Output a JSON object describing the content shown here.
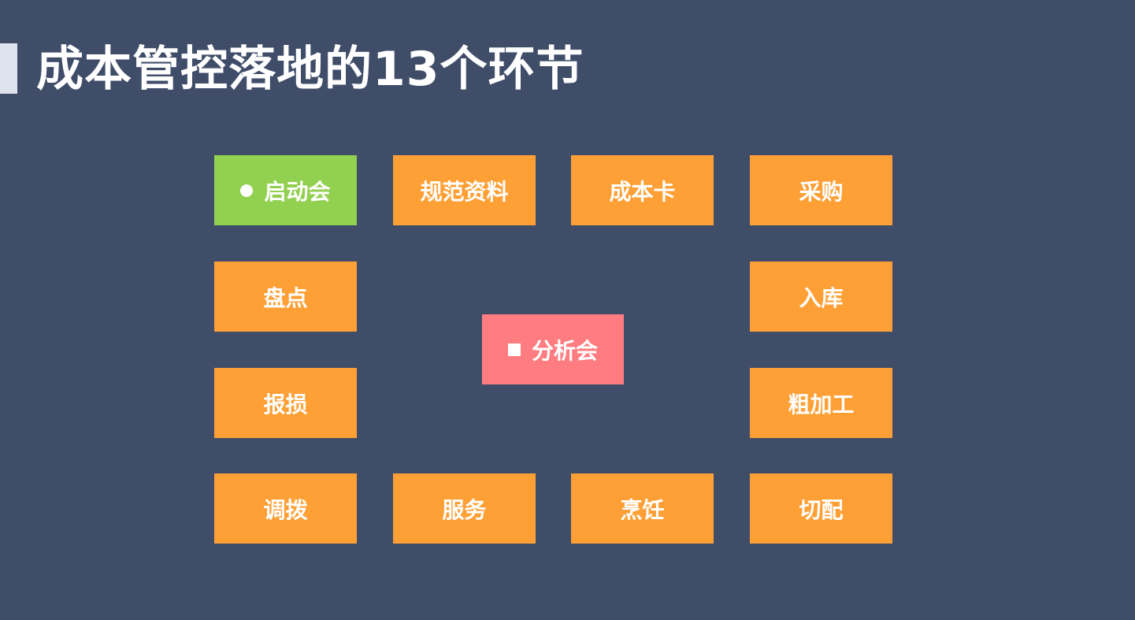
{
  "title": "成本管控落地的13个环节",
  "colors": {
    "background": "#404d69",
    "step": "#ffa036",
    "start": "#92d050",
    "center": "#ff7c80",
    "text": "#ffffff"
  },
  "start_node": {
    "label": "启动会",
    "marker": "circle"
  },
  "steps": [
    {
      "label": "规范资料"
    },
    {
      "label": "成本卡"
    },
    {
      "label": "采购"
    },
    {
      "label": "入库"
    },
    {
      "label": "粗加工"
    },
    {
      "label": "切配"
    },
    {
      "label": "烹饪"
    },
    {
      "label": "服务"
    },
    {
      "label": "调拨"
    },
    {
      "label": "报损"
    },
    {
      "label": "盘点"
    }
  ],
  "center_node": {
    "label": "分析会",
    "marker": "square"
  }
}
